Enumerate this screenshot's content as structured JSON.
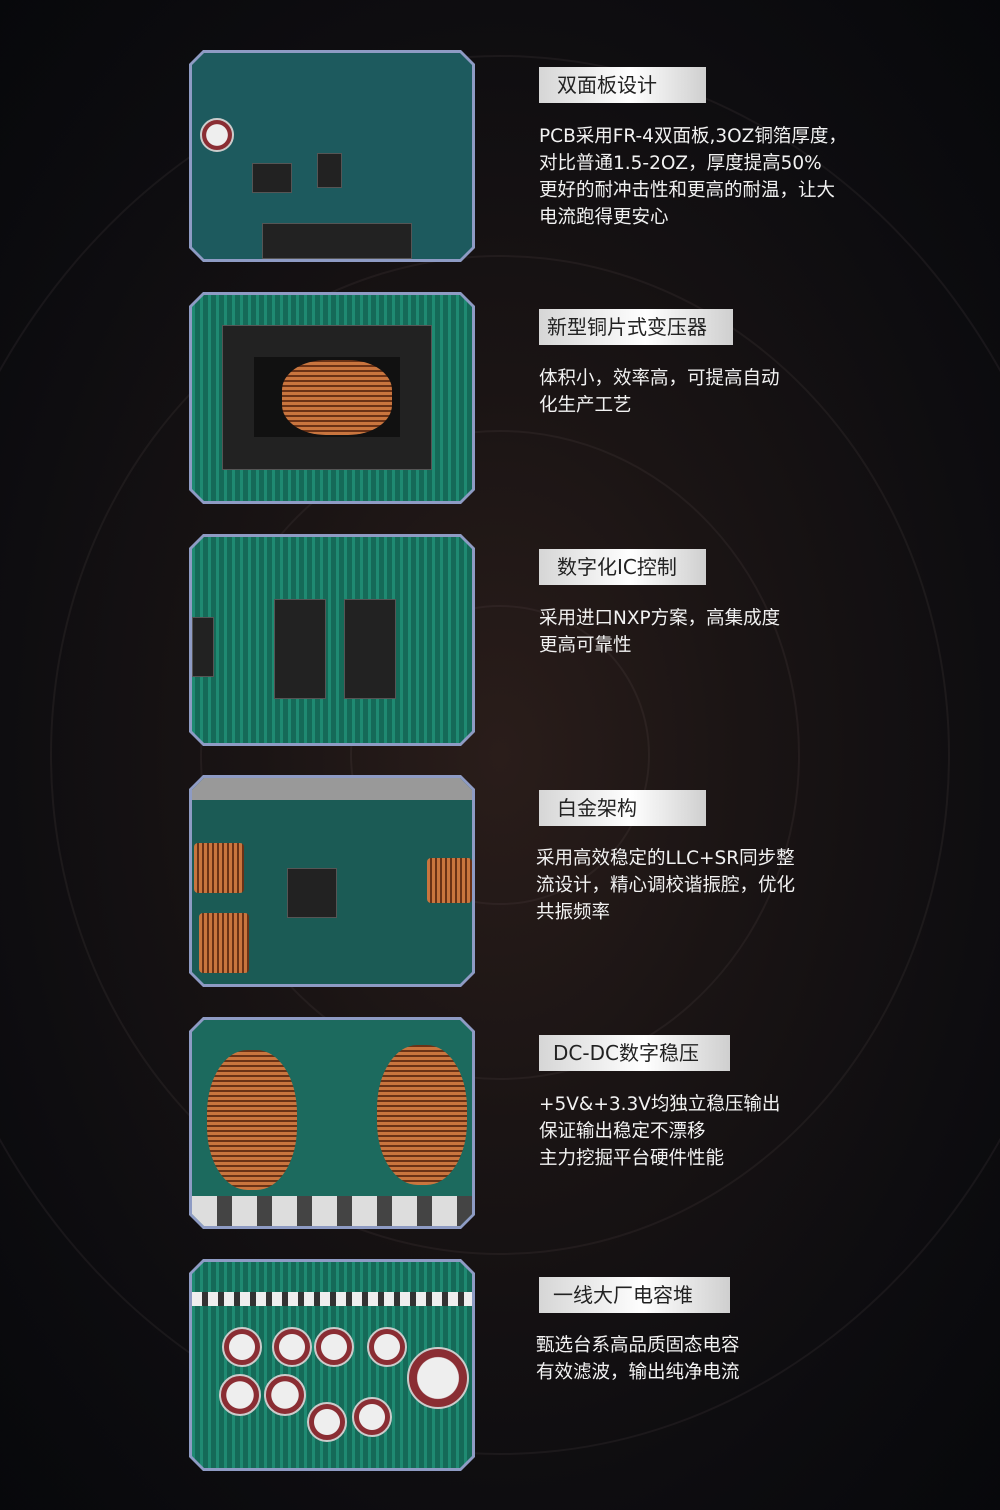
{
  "features": [
    {
      "title": "双面板设计",
      "lines": [
        "PCB采用FR-4双面板,3OZ铜箔厚度，",
        "对比普通1.5-2OZ，厚度提高50%",
        "更好的耐冲击性和更高的耐温，让大",
        "电流跑得更安心"
      ]
    },
    {
      "title": "新型铜片式变压器",
      "lines": [
        "体积小，效率高，可提高自动",
        "化生产工艺"
      ]
    },
    {
      "title": "数字化IC控制",
      "lines": [
        "采用进口NXP方案，高集成度",
        "更高可靠性"
      ]
    },
    {
      "title": "白金架构",
      "lines": [
        "采用高效稳定的LLC+SR同步整",
        "流设计，精心调校谐振腔，优化",
        "共振频率"
      ]
    },
    {
      "title": "DC-DC数字稳压",
      "lines": [
        "+5V&+3.3V均独立稳压输出",
        "保证输出稳定不漂移",
        "主力挖掘平台硬件性能"
      ]
    },
    {
      "title": "一线大厂电容堆",
      "lines": [
        "甄选台系高品质固态电容",
        "有效滤波，输出纯净电流"
      ]
    }
  ]
}
